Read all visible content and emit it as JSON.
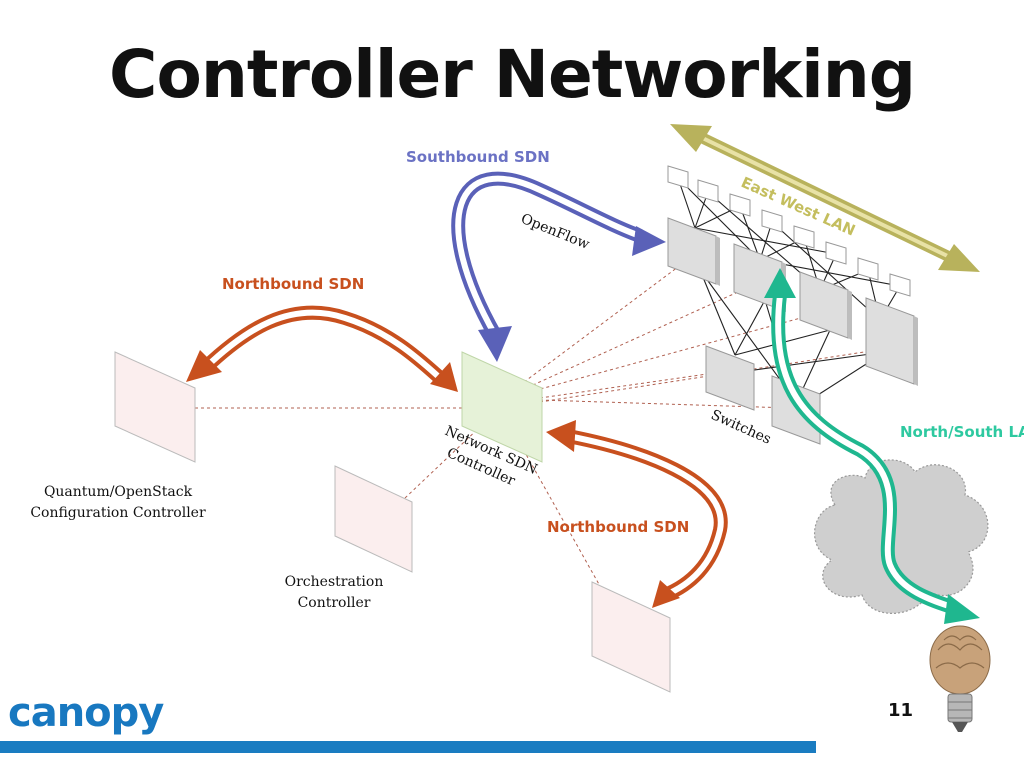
{
  "slide": {
    "title": "Controller Networking",
    "page_number": "11",
    "logo_text": "canopy"
  },
  "labels": {
    "southbound": "Southbound SDN",
    "openflow": "OpenFlow",
    "east_west": "East West LAN",
    "northbound_top": "Northbound SDN",
    "northbound_bottom": "Northbound SDN",
    "north_south": "North/South LAN",
    "switches": "Switches",
    "network_controller_line1": "Network SDN",
    "network_controller_line2": "Controller",
    "quantum_line1": "Quantum/OpenStack",
    "quantum_line2": "Configuration Controller",
    "orchestration_line1": "Orchestration",
    "orchestration_line2": "Controller"
  },
  "colors": {
    "southbound": "#6b72c4",
    "east_west": "#b8b25c",
    "northbound": "#c8501e",
    "north_south": "#2ec9a0",
    "logo": "#1878c0"
  }
}
